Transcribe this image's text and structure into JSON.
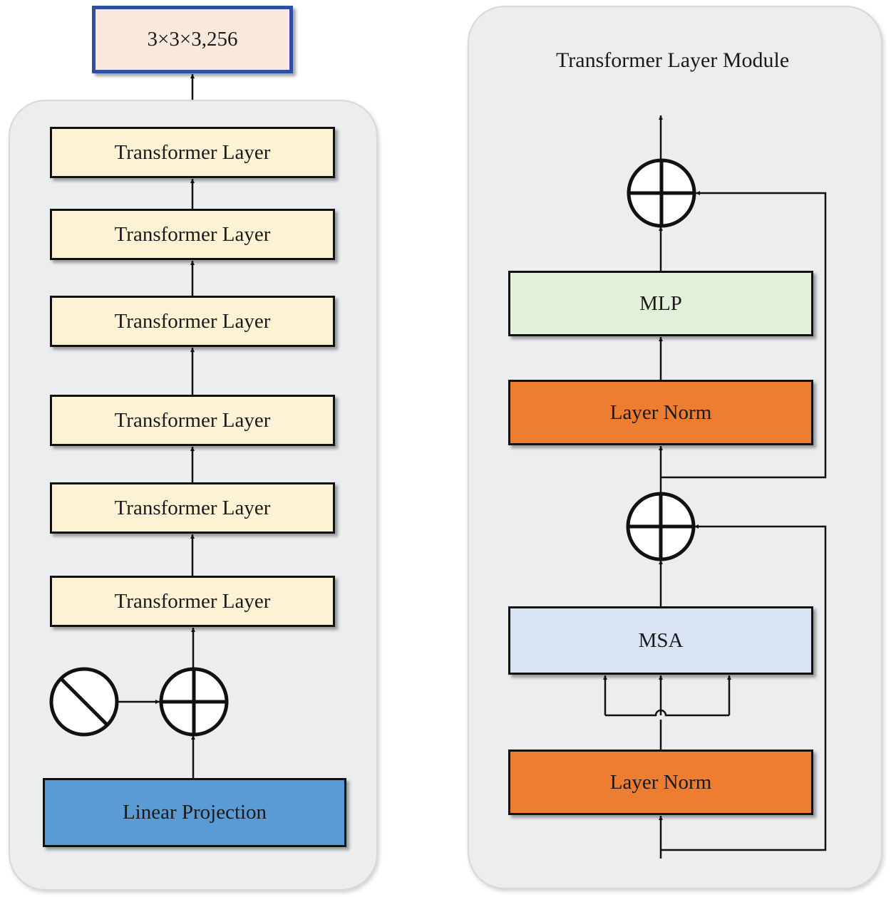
{
  "output_box": {
    "label": "3×3×3,256"
  },
  "encoder": {
    "layers": [
      "Transformer Layer",
      "Transformer Layer",
      "Transformer Layer",
      "Transformer Layer",
      "Transformer Layer",
      "Transformer Layer"
    ],
    "linear_projection": "Linear Projection"
  },
  "module": {
    "title": "Transformer Layer Module",
    "mlp": "MLP",
    "layer_norm_top": "Layer Norm",
    "msa": "MSA",
    "layer_norm_bottom": "Layer Norm"
  },
  "colors": {
    "transformer_layer": "#fdf2d3",
    "linear_projection": "#5b9bd5",
    "layer_norm": "#ed7d31",
    "mlp": "#e2efd9",
    "msa": "#dae3f3",
    "output_box": "#fbe8dd",
    "output_border": "#2f4fa3",
    "panel": "#ebedee"
  },
  "icons": [
    "add-circle-icon",
    "null-sign-icon"
  ]
}
